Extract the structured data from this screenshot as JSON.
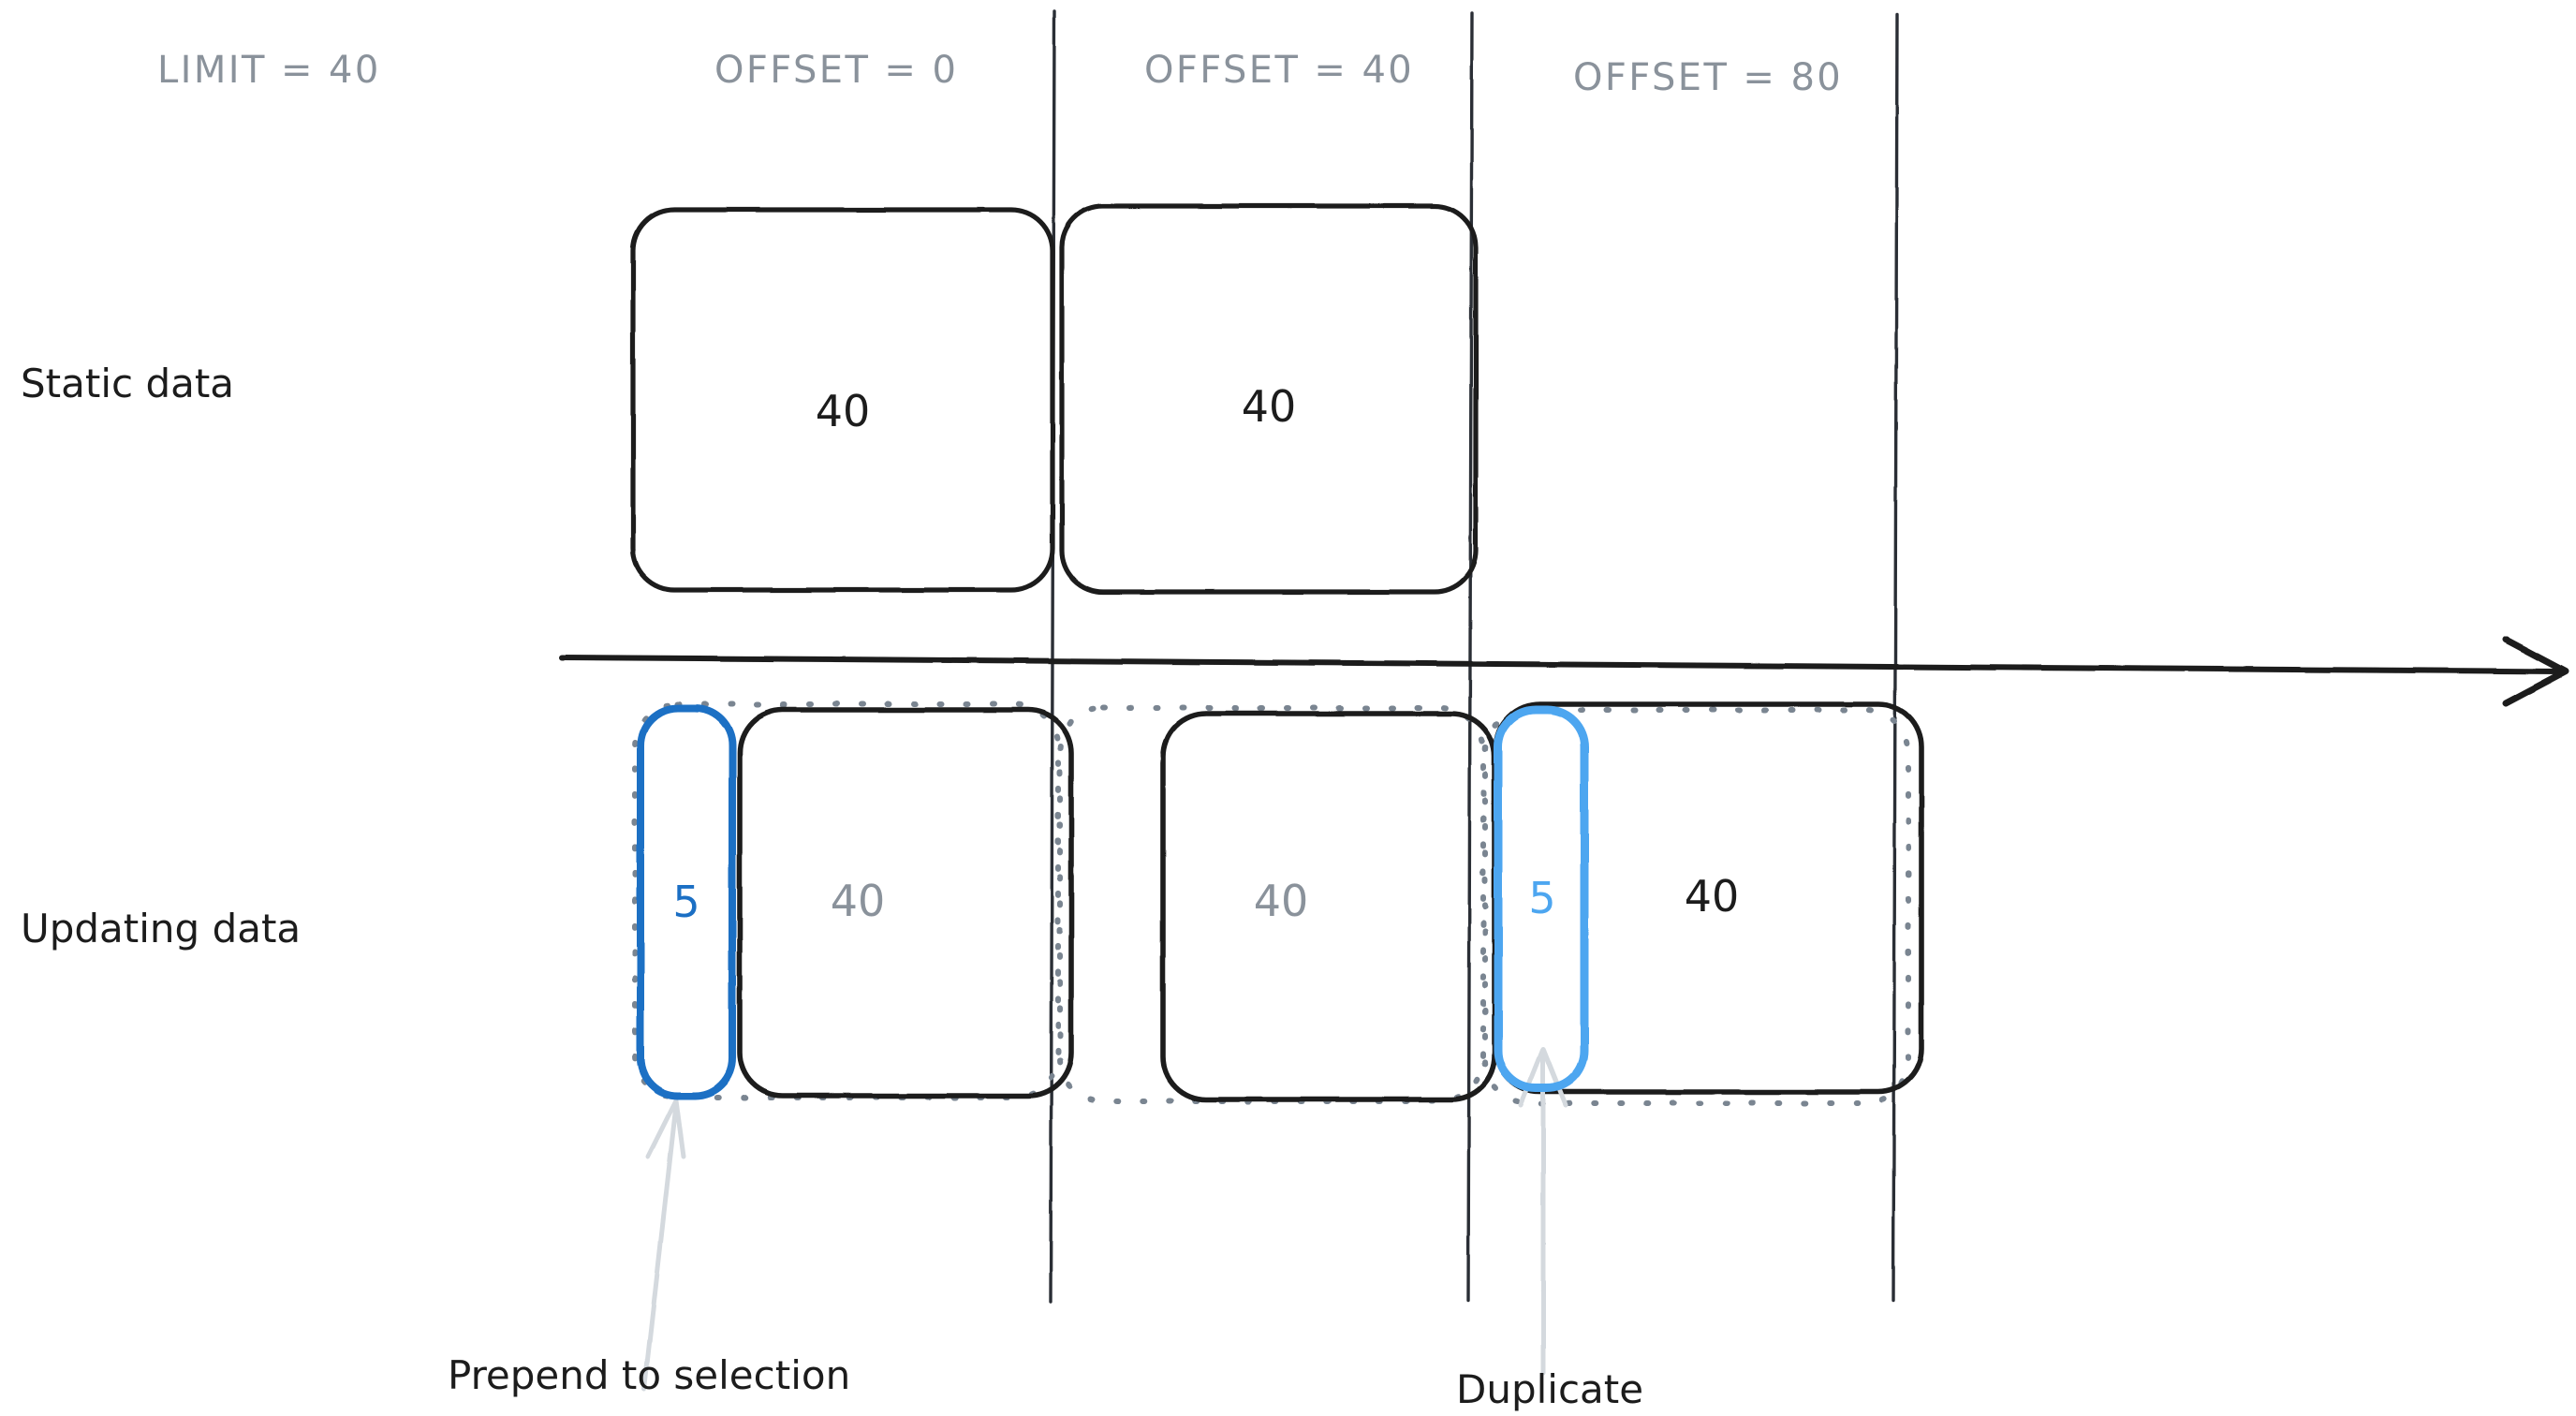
{
  "diagram": {
    "title_hint": "Pagination window diagram: static vs updating data",
    "colors": {
      "ink": "#1c1c1c",
      "muted": "#8a929b",
      "blue_dark": "#1b6fc4",
      "blue_light": "#4da6f0",
      "arrow_gray": "#d4d9de",
      "dotted_gray": "#7a8591",
      "background": "#ffffff"
    },
    "column_headers": [
      {
        "id": "limit",
        "label": "LIMIT = 40"
      },
      {
        "id": "offset-0",
        "label": "OFFSET = 0"
      },
      {
        "id": "offset-40",
        "label": "OFFSET = 40"
      },
      {
        "id": "offset-80",
        "label": "OFFSET = 80"
      }
    ],
    "row_labels": [
      {
        "id": "static",
        "label": "Static data"
      },
      {
        "id": "updating",
        "label": "Updating data"
      }
    ],
    "static_row": {
      "pages": [
        {
          "id": "static-page-1",
          "value": "40"
        },
        {
          "id": "static-page-2",
          "value": "40"
        }
      ]
    },
    "updating_row": {
      "inserted": [
        {
          "id": "inserted-chunk-1",
          "value": "5",
          "tone": "blue-dark"
        },
        {
          "id": "inserted-chunk-2",
          "value": "5",
          "tone": "blue-light"
        }
      ],
      "pages": [
        {
          "id": "updating-page-1",
          "value": "40",
          "tone": "muted"
        },
        {
          "id": "updating-page-2",
          "value": "40",
          "tone": "muted"
        },
        {
          "id": "updating-page-3",
          "value": "40",
          "tone": "ink"
        }
      ]
    },
    "annotations": [
      {
        "id": "prepend-note",
        "label": "Prepend to selection"
      },
      {
        "id": "duplicate-note",
        "label": "Duplicate"
      }
    ],
    "timeline": {
      "id": "time-axis",
      "direction": "right"
    }
  }
}
